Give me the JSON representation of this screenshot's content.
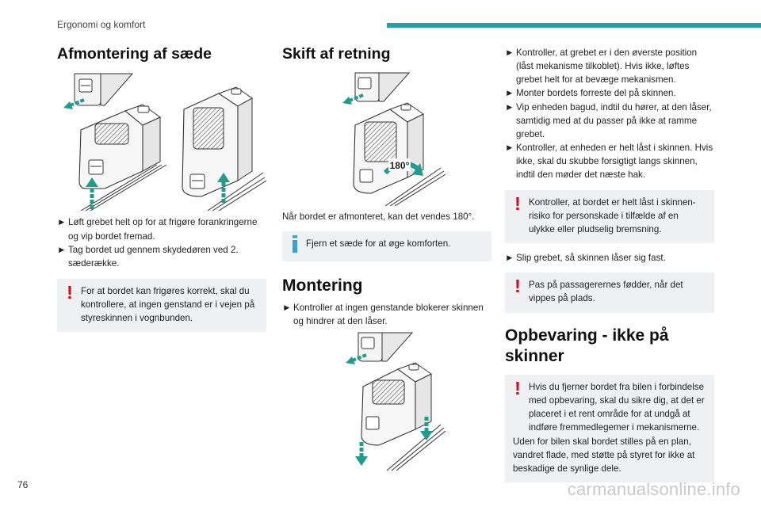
{
  "header": {
    "section": "Ergonomi og komfort"
  },
  "col1": {
    "heading": "Afmontering af sæde",
    "bullets": [
      "Løft grebet helt op for at frigøre forankringerne og vip bordet fremad.",
      "Tag bordet ud gennem skydedøren ved 2. sæderække."
    ],
    "warning": "For at bordet kan frigøres korrekt, skal du kontrollere, at ingen genstand er i vejen på styreskinnen i vognbunden."
  },
  "col2": {
    "heading": "Skift af retning",
    "rotation_label": "180°",
    "paragraph": "Når bordet er afmonteret, kan det vendes 180°.",
    "info": "Fjern et sæde for at øge komforten.",
    "heading2": "Montering",
    "bullet": "Kontroller at ingen genstande blokerer skinnen og hindrer at den låser."
  },
  "col3": {
    "bullets": [
      "Kontroller, at grebet er i den øverste position (låst mekanisme tilkoblet). Hvis ikke, løftes grebet helt for at bevæge mekanismen.",
      "Monter bordets forreste del på skinnen.",
      "Vip enheden bagud, indtil du hører, at den låser, samtidig med at du passer på ikke at ramme grebet.",
      "Kontroller, at enheden er helt låst i skinnen. Hvis ikke, skal du skubbe forsigtigt langs skinnen, indtil den møder det næste hak."
    ],
    "warning1": "Kontroller, at bordet er helt låst i skinnen- risiko for personskade i tilfælde af en ulykke eller pludselig bremsning.",
    "bullet2": "Slip grebet, så skinnen låser sig fast.",
    "warning2": "Pas på passagerernes fødder, når det vippes på plads.",
    "heading": "Opbevaring - ikke på skinner",
    "warning3_part1": "Hvis du fjerner bordet fra bilen i forbindelse med opbevaring, skal du sikre dig, at det er placeret i et rent område for at undgå at indføre fremmedlegemer i mekanismerne.",
    "warning3_part2": "Uden for bilen skal bordet stilles på en plan, vandret flade, med støtte på styret for ikke at beskadige de synlige dele."
  },
  "footer": {
    "page_number": "76",
    "watermark": "carmanualsonline.info"
  },
  "icons": {
    "bullet": "►",
    "warning": "!",
    "info": "i"
  },
  "colors": {
    "accent": "#2a9da6",
    "warning": "#e2001a",
    "info": "#2fa5d6",
    "arrow_teal": "#1f9c8c",
    "note_bg": "#eef0f1"
  }
}
